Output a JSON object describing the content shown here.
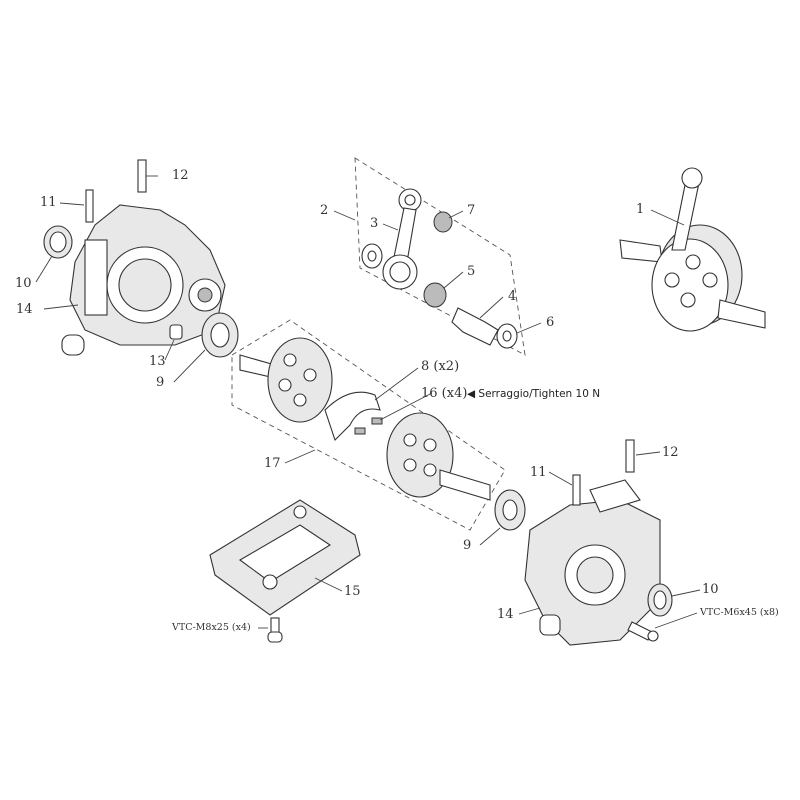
{
  "labels": {
    "l1": "1",
    "l2": "2",
    "l3": "3",
    "l4": "4",
    "l5": "5",
    "l6": "6",
    "l7": "7",
    "l8": "8 (x2)",
    "l9a": "9",
    "l9b": "9",
    "l10a": "10",
    "l10b": "10",
    "l11a": "11",
    "l11b": "11",
    "l12a": "12",
    "l12b": "12",
    "l13": "13",
    "l14a": "14",
    "l14b": "14",
    "l15": "15",
    "l16": "16 (x4)",
    "l17": "17",
    "screw_m8": "VTC-M8x25 (x4)",
    "screw_m6": "VTC-M6x45 (x8)"
  },
  "torque_note": {
    "icon": "triangle-left-icon",
    "text": "Serraggio/Tighten 10 N"
  }
}
